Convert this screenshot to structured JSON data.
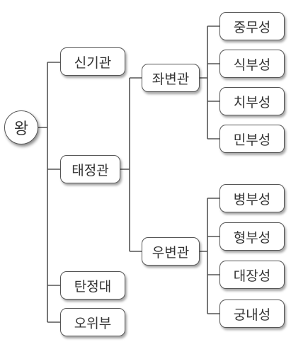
{
  "root": {
    "label": "왕"
  },
  "level1": [
    "신기관",
    "태정관",
    "탄정대",
    "오위부"
  ],
  "taijokan": [
    "좌변관",
    "우변관"
  ],
  "left_ministries": [
    "중무성",
    "식부성",
    "치부성",
    "민부성"
  ],
  "right_ministries": [
    "병부성",
    "형부성",
    "대장성",
    "궁내성"
  ],
  "colors": {
    "line": "#555555",
    "text": "#333333",
    "box_border": "#555555"
  }
}
